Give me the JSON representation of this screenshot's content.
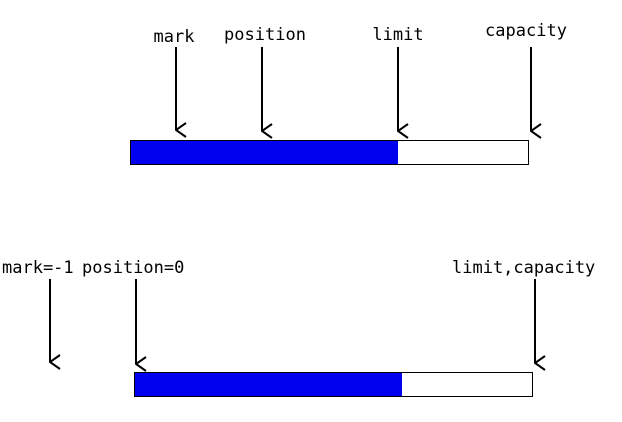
{
  "colors": {
    "filled": "#0000ee",
    "empty": "#ffffff",
    "outline": "#000000"
  },
  "top_buffer": {
    "mark_label": "mark",
    "position_label": "position",
    "limit_label": "limit",
    "capacity_label": "capacity"
  },
  "bottom_buffer": {
    "mark_label": "mark=-1",
    "position_label": "position=0",
    "limit_capacity_label": "limit,capacity"
  }
}
